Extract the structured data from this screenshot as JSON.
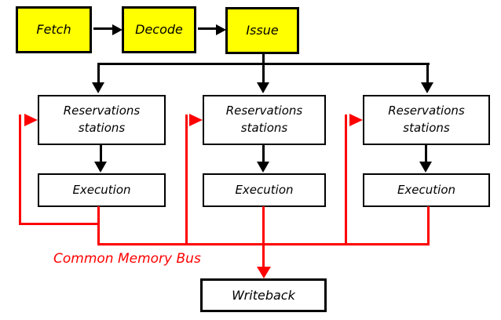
{
  "colors": {
    "stage_fill": "#ffff00",
    "line": "#000000",
    "bus": "#ff0000"
  },
  "stages": {
    "fetch": "Fetch",
    "decode": "Decode",
    "issue": "Issue"
  },
  "columns": [
    {
      "reservations": "Reservations stations",
      "execution": "Execution"
    },
    {
      "reservations": "Reservations stations",
      "execution": "Execution"
    },
    {
      "reservations": "Reservations stations",
      "execution": "Execution"
    }
  ],
  "bus_label": "Common Memory Bus",
  "writeback_label": "Writeback"
}
